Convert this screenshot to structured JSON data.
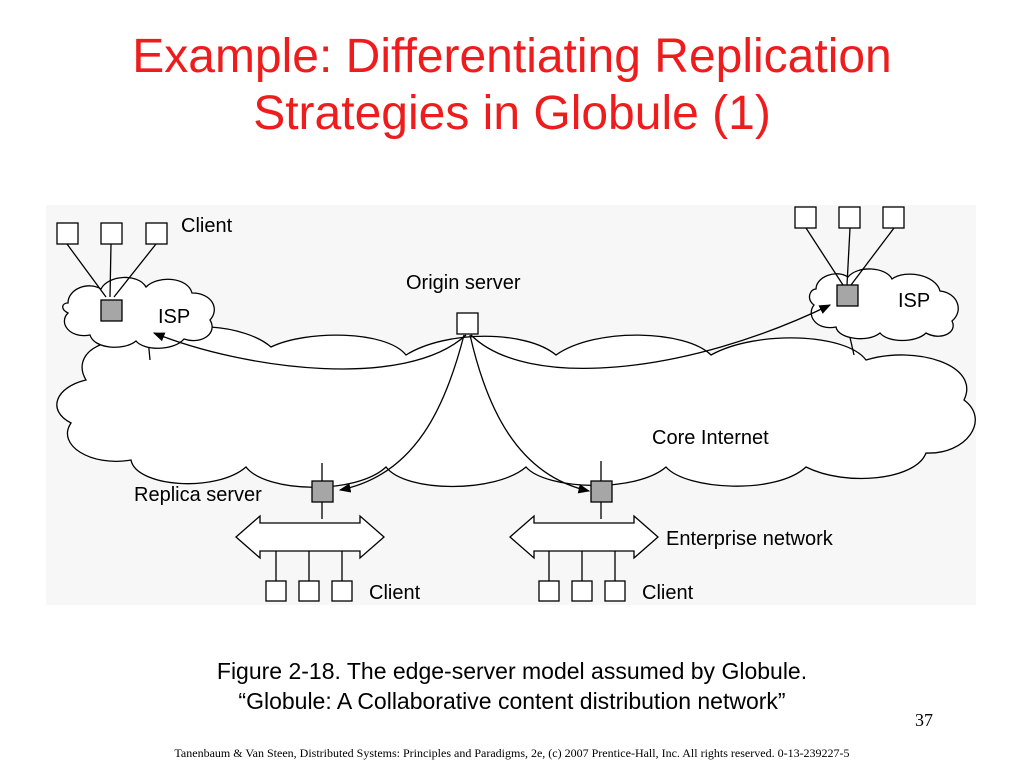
{
  "slide": {
    "title_line1": "Example: Differentiating Replication",
    "title_line2": "Strategies in Globule (1)",
    "caption_line1": "Figure 2-18. The edge-server model assumed by Globule.",
    "caption_line2": "“Globule: A Collaborative content distribution network”",
    "page_number": "37",
    "footer": "Tanenbaum & Van Steen, Distributed Systems: Principles and Paradigms, 2e, (c) 2007 Prentice-Hall, Inc. All rights reserved. 0-13-239227-5"
  },
  "diagram": {
    "client_label_topleft": "Client",
    "origin_server": "Origin server",
    "isp_left": "ISP",
    "isp_right": "ISP",
    "core_internet": "Core Internet",
    "replica_server": "Replica server",
    "enterprise_network": "Enterprise network",
    "client_bottom_left": "Client",
    "client_bottom_right": "Client"
  },
  "colors": {
    "title": "#ee1c1c",
    "server_fill": "#a6a6a6",
    "figure_bg": "#f7f7f7"
  }
}
